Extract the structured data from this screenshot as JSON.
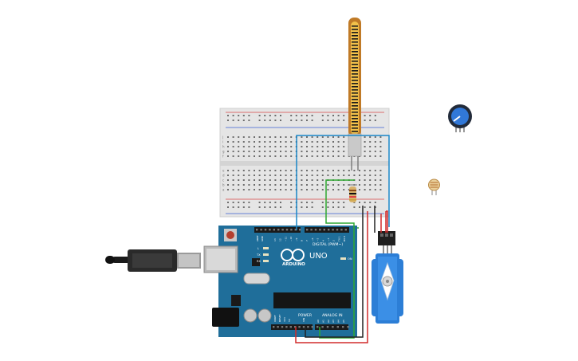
{
  "arduino": {
    "logo_text": "ARDUINO",
    "model_label": "UNO",
    "digital_label": "DIGITAL (PWM~)",
    "power_label": "POWER",
    "analog_label": "ANALOG IN",
    "tx_label": "TX",
    "rx_label": "RX",
    "l_label": "L",
    "on_label": "ON",
    "aref_label": "AREF",
    "gnd_label": "GND",
    "ioref_label": "IOREF",
    "reset_label": "RESET",
    "v33_label": "3V3",
    "v5_label": "5V",
    "vin_label": "VIN",
    "digital_pins": [
      "13",
      "12",
      "~11",
      "~10",
      "~9",
      "8",
      "7",
      "~6",
      "~5",
      "4",
      "~3",
      "2",
      "TX 1",
      "RX 0"
    ],
    "analog_pins": [
      "A0",
      "A1",
      "A2",
      "A3",
      "A4",
      "A5"
    ]
  },
  "breadboard": {
    "row_letters_top": [
      "j",
      "i",
      "h",
      "g",
      "f"
    ],
    "row_letters_bottom": [
      "e",
      "d",
      "c",
      "b",
      "a"
    ]
  },
  "colors": {
    "board_blue": "#1f6e9a",
    "breadboard": "#e4e4e4",
    "wire_blue": "#1a87c8",
    "wire_green": "#2fa832",
    "wire_red": "#d22b2b",
    "wire_black": "#222222",
    "flex_orange": "#c07a27",
    "servo_blue": "#2c7ed6"
  }
}
